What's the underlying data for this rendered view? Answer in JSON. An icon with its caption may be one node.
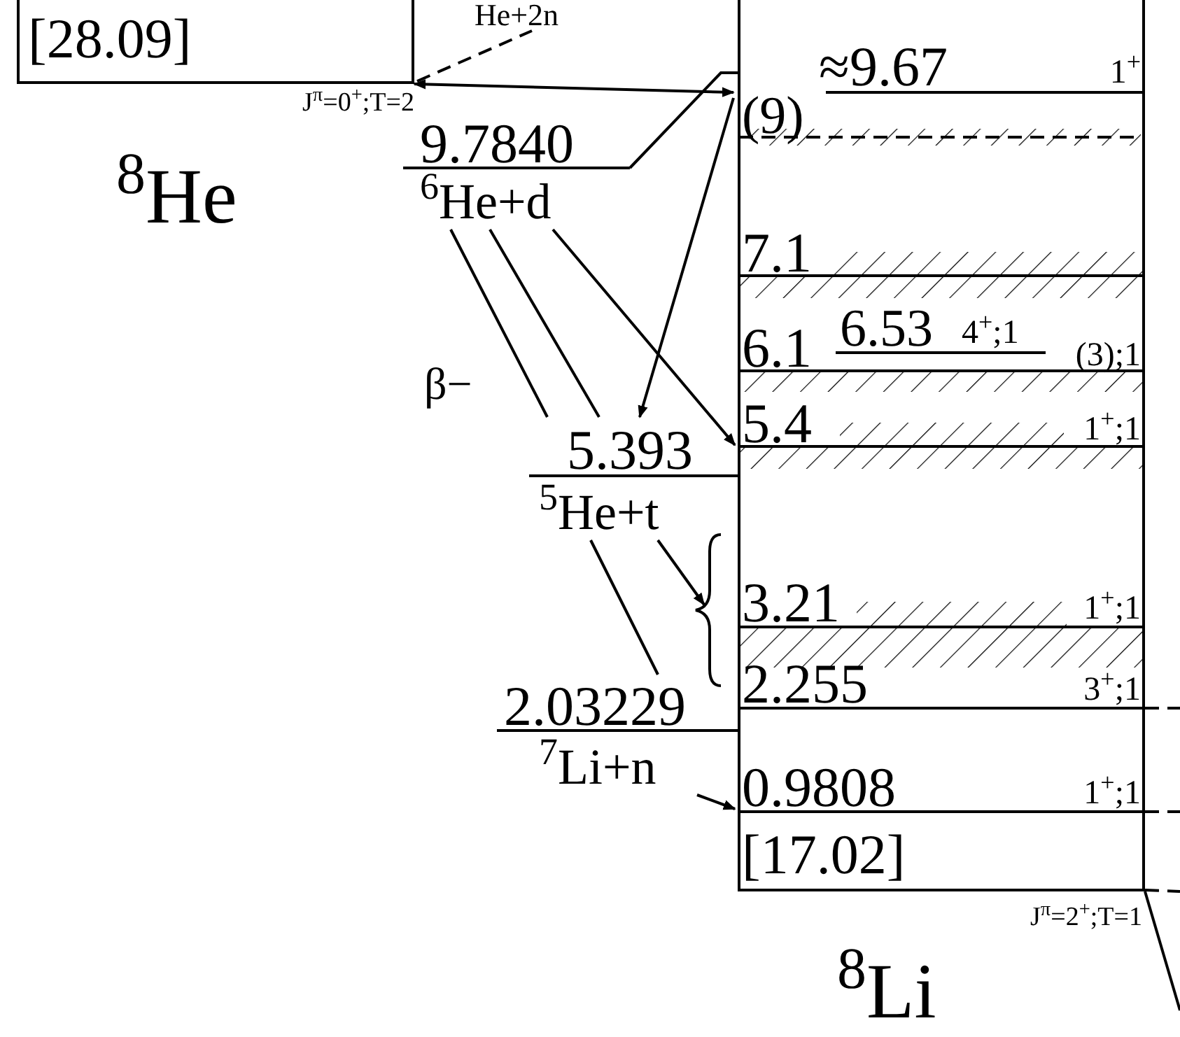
{
  "diagram": {
    "nodes": [
      {
        "text": [
          "[28.09]"
        ],
        "beside": [
          "J$^{π}$=0$^{+}$;T=2"
        ]
      },
      {
        "text": [
          "He+2n"
        ]
      },
      {
        "text": [
          "9.7840",
          "$^{6}$He+d"
        ]
      },
      {
        "text": [
          "5.393",
          "$^{5}$He+t"
        ]
      },
      {
        "text": [
          "2.03229",
          "$^{7}$Li+n"
        ]
      },
      {
        "text": [],
        "shape": "box",
        "beside": [
          "J$^{π}$=2$^{+}$;T=1"
        ]
      },
      {
        "text": [
          "(9)",
          "≈9.67",
          "1$^{+}$"
        ],
        "in": 5
      },
      {
        "text": [
          "7.1"
        ],
        "in": 5
      },
      {
        "text": [
          "6.1",
          "(3);1"
        ],
        "in": 5
      },
      {
        "text": [
          "6.53",
          "4$^{+}$;1"
        ],
        "in": 5
      },
      {
        "text": [
          "5.4",
          "1$^{+}$;1"
        ],
        "in": 5
      },
      {
        "text": [
          "3.21",
          "1$^{+}$;1"
        ],
        "in": 5
      },
      {
        "text": [
          "2.255",
          "3$^{+}$;1"
        ],
        "in": 5
      },
      {
        "text": [
          "0.9808",
          "1$^{+}$;1"
        ],
        "in": 5
      },
      {
        "text": [
          "[17.02]"
        ],
        "in": 5
      },
      {
        "text": [],
        "shape": "brace"
      }
    ],
    "edges": [
      {
        "from": 0,
        "to": 6,
        "arrow": "both"
      },
      {
        "from": 0,
        "to": 1,
        "arrow": "none",
        "style": "dashed"
      },
      {
        "from": 2,
        "to": 6,
        "arrow": "none"
      },
      {
        "from": 6,
        "to": 3,
        "arrow": "to"
      },
      {
        "from": 2,
        "to": 3,
        "arrow": "none"
      },
      {
        "from": 2,
        "to": 3,
        "arrow": "none"
      },
      {
        "from": 2,
        "to": 10,
        "arrow": "to"
      },
      {
        "from": 3,
        "to": 15,
        "arrow": "to"
      },
      {
        "from": 3,
        "to": 4,
        "arrow": "none"
      },
      {
        "from": 4,
        "to": 13,
        "arrow": "to"
      },
      {
        "from": 5,
        "to": null,
        "arrow": "none"
      },
      {
        "from": 12,
        "to": null,
        "arrow": "none",
        "style": "dashed"
      },
      {
        "from": 13,
        "to": null,
        "arrow": "none",
        "style": "dashed"
      },
      {
        "from": 14,
        "to": null,
        "arrow": "none",
        "style": "dashed"
      }
    ],
    "labels": [
      "$^{8}$He",
      "β−",
      "$^{8}$Li"
    ]
  }
}
